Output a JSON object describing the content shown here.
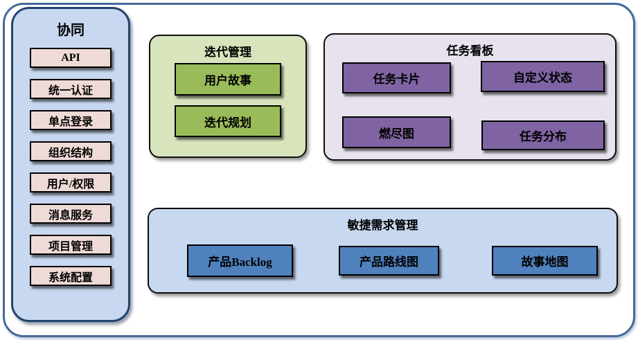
{
  "sidebar": {
    "title": "协同",
    "items": [
      "API",
      "统一认证",
      "单点登录",
      "组织结构",
      "用户/权限",
      "消息服务",
      "项目管理",
      "系统配置"
    ]
  },
  "groups": [
    {
      "title": "迭代管理",
      "items": [
        "用户故事",
        "迭代规划"
      ]
    },
    {
      "title": "任务看板",
      "items": [
        "任务卡片",
        "自定义状态",
        "燃尽图",
        "任务分布"
      ]
    },
    {
      "title": "敏捷需求管理",
      "items": [
        "产品Backlog",
        "产品路线图",
        "故事地图"
      ]
    }
  ],
  "colors": {
    "outer-border": "#46699b",
    "panel-fill": "#c8d8f0",
    "panel-border": "#24436e",
    "pink-box": "#eedad6",
    "green-group": "#d8e4bc",
    "green-box": "#9abb59",
    "purple-group": "#e7e2ee",
    "purple-box": "#7f63a2",
    "blue-group": "#c8d8f0",
    "blue-box": "#4f81bd",
    "box-border": "#000000"
  }
}
